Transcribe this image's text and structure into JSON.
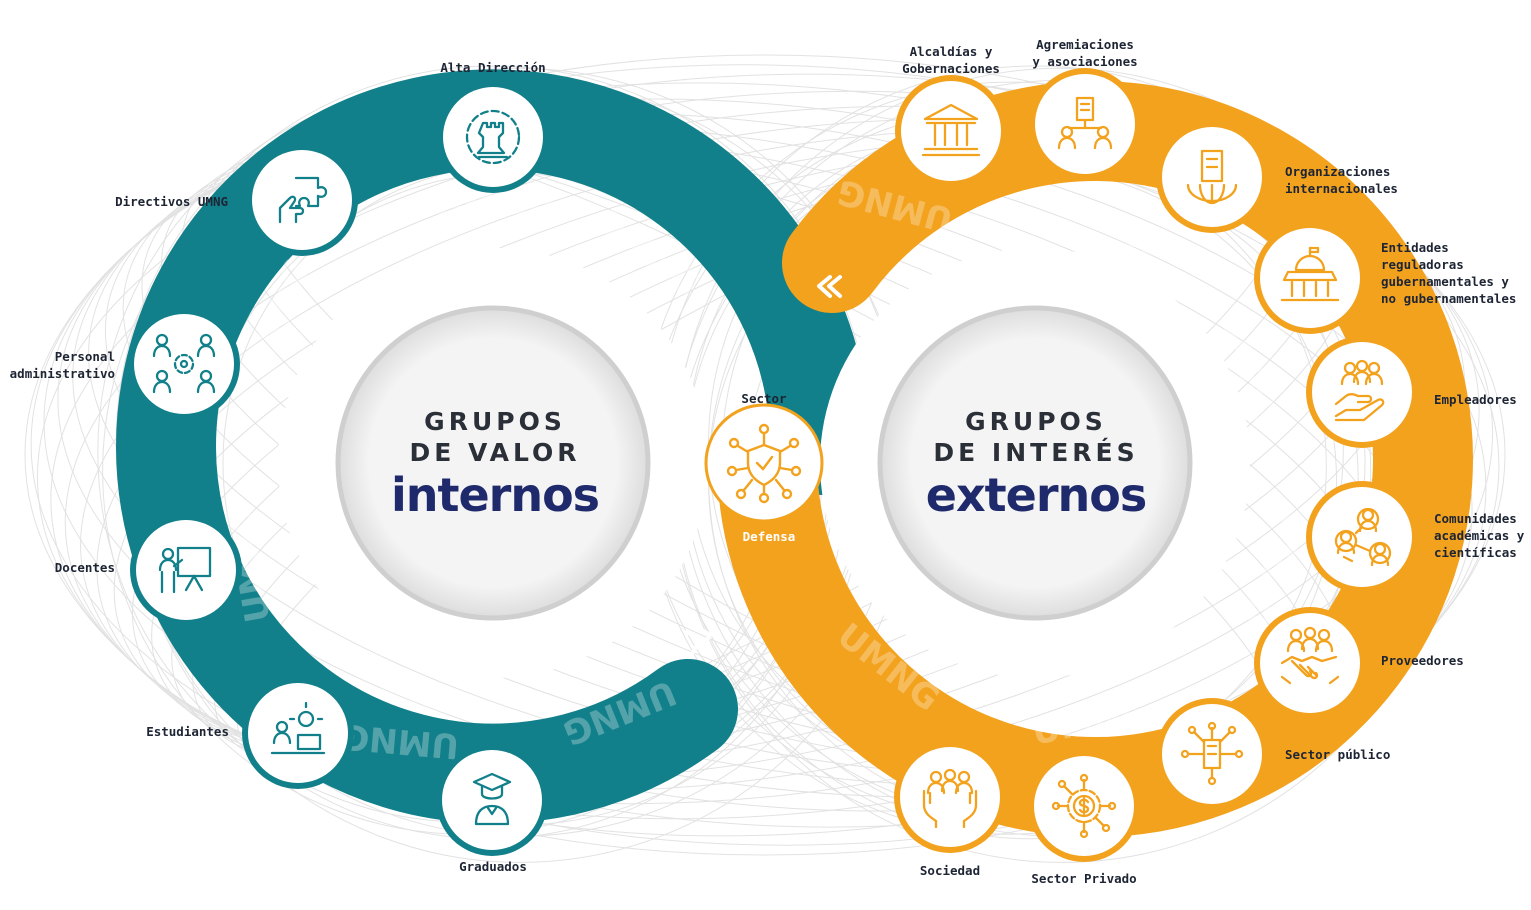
{
  "colors": {
    "teal": "#12808a",
    "orange": "#f3a21e",
    "navy": "#1e2a6b",
    "watermark": "#ffffff"
  },
  "watermark_text": "UMNG",
  "center_left": {
    "line1": "GRUPOS\nDE VALOR",
    "line2": "internos"
  },
  "center_right": {
    "line1": "GRUPOS\nDE INTERÉS",
    "line2": "externos"
  },
  "hub": {
    "top_label": "Sector",
    "bottom_label": "Defensa",
    "icon": "shield-network-icon"
  },
  "internal_groups": [
    {
      "label": "Alta Dirección",
      "icon": "rook-gear-icon"
    },
    {
      "label": "Directivos UMNG",
      "icon": "puzzle-hand-icon"
    },
    {
      "label": "Personal\nadministrativo",
      "icon": "team-gear-icon"
    },
    {
      "label": "Docentes",
      "icon": "teacher-board-icon"
    },
    {
      "label": "Estudiantes",
      "icon": "student-laptop-icon"
    },
    {
      "label": "Graduados",
      "icon": "graduate-icon"
    }
  ],
  "external_groups": [
    {
      "label": "Alcaldías y\nGobernaciones",
      "icon": "government-building-icon"
    },
    {
      "label": "Agremiaciones\ny asociaciones",
      "icon": "association-network-icon"
    },
    {
      "label": "Organizaciones\ninternacionales",
      "icon": "globe-building-icon"
    },
    {
      "label": "Entidades\nreguladoras\ngubernamentales y\nno gubernamentales",
      "icon": "capitol-icon"
    },
    {
      "label": "Empleadores",
      "icon": "hand-people-icon"
    },
    {
      "label": "Comunidades\nacadémicas y\ncientíficas",
      "icon": "people-network-icon"
    },
    {
      "label": "Proveedores",
      "icon": "handshake-icon"
    },
    {
      "label": "Sector público",
      "icon": "public-building-network-icon"
    },
    {
      "label": "Sector Privado",
      "icon": "money-gear-icon"
    },
    {
      "label": "Sociedad",
      "icon": "society-hands-icon"
    }
  ]
}
